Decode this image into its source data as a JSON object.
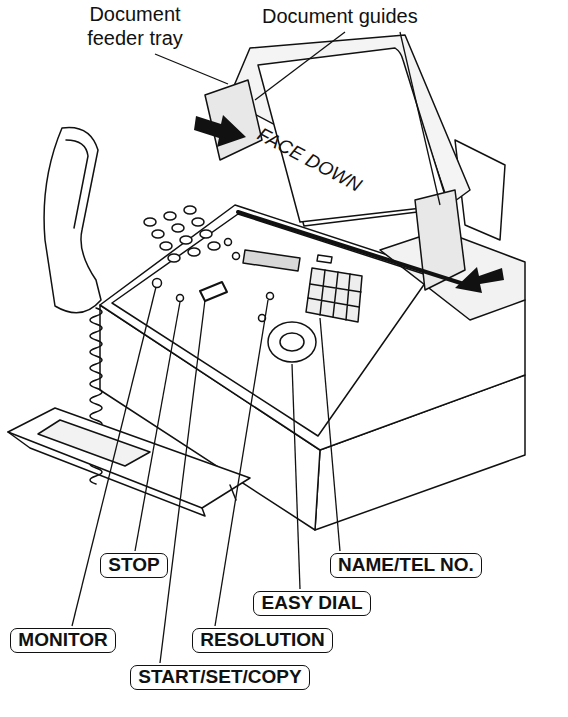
{
  "diagram": {
    "nodes": [
      {
        "text": [
          "STOP"
        ]
      },
      {
        "text": [
          "NAME/TEL NO."
        ]
      },
      {
        "text": [
          "EASY DIAL"
        ]
      },
      {
        "text": [
          "MONITOR"
        ]
      },
      {
        "text": [
          "RESOLUTION"
        ]
      },
      {
        "text": [
          "START/SET/COPY"
        ]
      }
    ],
    "labels": [
      "Document feeder tray",
      "Document guides",
      "FACE DOWN"
    ]
  }
}
